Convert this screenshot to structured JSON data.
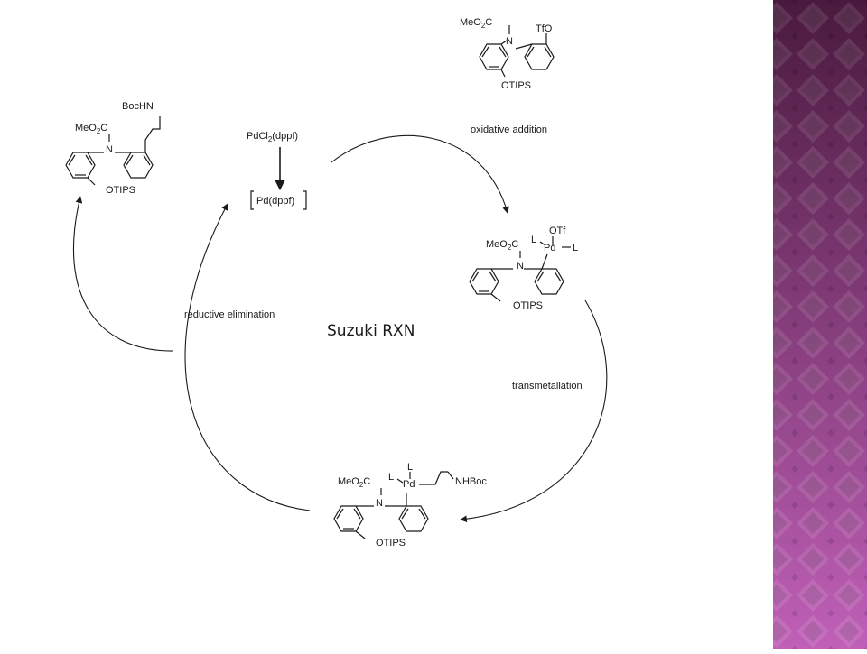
{
  "slide": {
    "title": "Suzuki RXN",
    "side_panel": {
      "color_dark": "#4a1a3e",
      "color_light": "#c060b8"
    }
  },
  "catalyst": {
    "precursor": {
      "prefix": "PdCl",
      "sub": "2",
      "suffix": "(dppf)"
    },
    "active": "Pd(dppf)"
  },
  "steps": {
    "oxidative_addition": "oxidative  addition",
    "transmetallation": "transmetallation",
    "reductive_elimination": "reductive elimination"
  },
  "structures": {
    "triflate": {
      "ester_prefix": "MeO",
      "ester_sub": "2",
      "ester_suffix": "C",
      "n": "N",
      "leaving": "TfO",
      "otips": "OTIPS"
    },
    "pd_triflate": {
      "ester_prefix": "MeO",
      "ester_sub": "2",
      "ester_suffix": "C",
      "n": "N",
      "otf": "OTf",
      "l1": "L",
      "pd": "Pd",
      "l2": "L",
      "otips": "OTIPS"
    },
    "pd_alkyl": {
      "ester_prefix": "MeO",
      "ester_sub": "2",
      "ester_suffix": "C",
      "n": "N",
      "l1": "L",
      "l2": "L",
      "pd": "Pd",
      "nhboc": "NHBoc",
      "otips": "OTIPS"
    },
    "product": {
      "ester_prefix": "MeO",
      "ester_sub": "2",
      "ester_suffix": "C",
      "n": "N",
      "bochn": "BocHN",
      "otips": "OTIPS"
    }
  }
}
